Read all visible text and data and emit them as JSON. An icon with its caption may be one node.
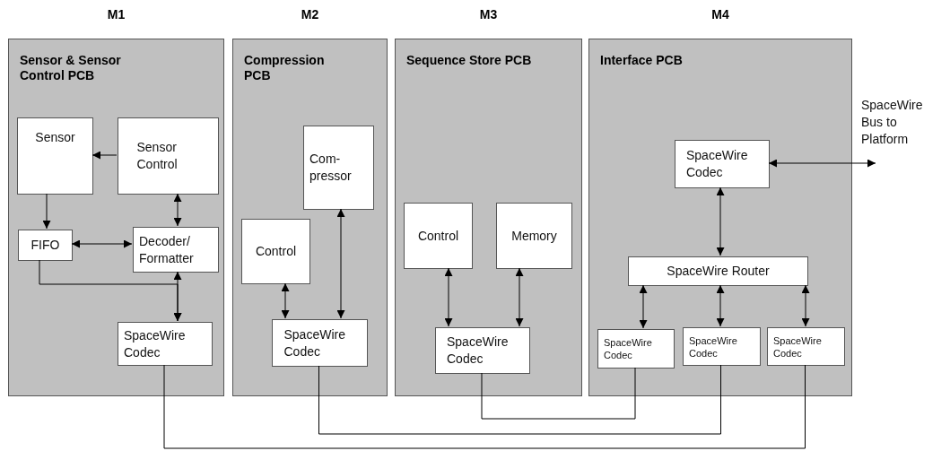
{
  "diagram": {
    "nodes": [
      {
        "text": [
          "M1",
          "Sensor & Sensor Control PCB"
        ]
      },
      {
        "text": [
          "Sensor"
        ],
        "in": 0
      },
      {
        "text": [
          "Sensor Control"
        ],
        "in": 0
      },
      {
        "text": [
          "FIFO"
        ],
        "in": 0
      },
      {
        "text": [
          "Decoder/ Formatter"
        ],
        "in": 0
      },
      {
        "text": [
          "SpaceWire Codec"
        ],
        "in": 0
      },
      {
        "text": [
          "M2",
          "Compression PCB"
        ]
      },
      {
        "text": [
          "Com- pressor"
        ],
        "in": 6
      },
      {
        "text": [
          "Control"
        ],
        "in": 6
      },
      {
        "text": [
          "SpaceWire Codec"
        ],
        "in": 6
      },
      {
        "text": [
          "M3",
          "Sequence Store PCB"
        ]
      },
      {
        "text": [
          "Control"
        ],
        "in": 10
      },
      {
        "text": [
          "Memory"
        ],
        "in": 10
      },
      {
        "text": [
          "SpaceWire Codec"
        ],
        "in": 10
      },
      {
        "text": [
          "M4",
          "Interface PCB"
        ]
      },
      {
        "text": [
          "SpaceWire Codec"
        ],
        "in": 14
      },
      {
        "text": [
          "SpaceWire Router"
        ],
        "in": 14
      },
      {
        "text": [
          "SpaceWire Codec"
        ],
        "in": 14
      },
      {
        "text": [
          "SpaceWire Codec"
        ],
        "in": 14
      },
      {
        "text": [
          "SpaceWire Codec"
        ],
        "in": 14
      }
    ],
    "edges": [
      {
        "from": 2,
        "to": 1,
        "arrow": "to"
      },
      {
        "from": 1,
        "to": 3,
        "arrow": "to"
      },
      {
        "from": 2,
        "to": 4,
        "arrow": "both"
      },
      {
        "from": 3,
        "to": 4,
        "arrow": "both"
      },
      {
        "from": 4,
        "to": 5,
        "arrow": "both"
      },
      {
        "from": 3,
        "to": 5,
        "arrow": "to"
      },
      {
        "from": 8,
        "to": 9,
        "arrow": "both"
      },
      {
        "from": 7,
        "to": 9,
        "arrow": "both"
      },
      {
        "from": 11,
        "to": 13,
        "arrow": "both"
      },
      {
        "from": 12,
        "to": 13,
        "arrow": "both"
      },
      {
        "from": 15,
        "to": 16,
        "arrow": "both"
      },
      {
        "from": 16,
        "to": 17,
        "arrow": "both"
      },
      {
        "from": 16,
        "to": 18,
        "arrow": "both"
      },
      {
        "from": 16,
        "to": 19,
        "arrow": "both"
      },
      {
        "from": 15,
        "to": null,
        "arrow": "both"
      },
      {
        "from": 5,
        "to": 19,
        "arrow": "none"
      },
      {
        "from": 9,
        "to": 18,
        "arrow": "none"
      },
      {
        "from": 13,
        "to": 17,
        "arrow": "none"
      }
    ],
    "labels": [
      "SpaceWire Bus to Platform"
    ]
  }
}
